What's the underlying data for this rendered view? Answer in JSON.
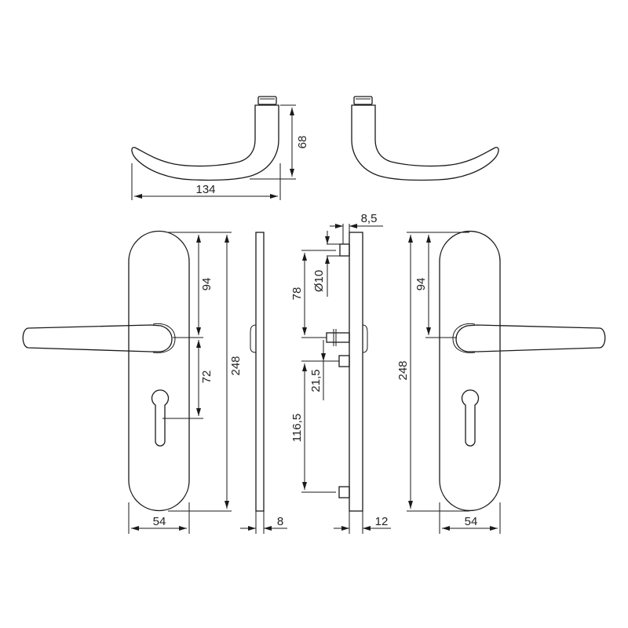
{
  "drawing": {
    "subject": "Door handle set on long backplate with profile cylinder hole",
    "line_color": "#1a1a1a",
    "background": "#ffffff"
  },
  "top_views": {
    "left_lever": {
      "width_label": "134",
      "height_label": "68"
    },
    "right_lever": {}
  },
  "front_left": {
    "plate_width_label": "54",
    "plate_height_label": "248",
    "top_to_spindle_label": "94",
    "spindle_to_cylinder_label": "72"
  },
  "side_outer": {
    "thickness_label": "8"
  },
  "side_inner": {
    "fixing_offset_label": "8,5",
    "fixing_diameter_label": "Ø10",
    "fixing_to_spindle_label": "78",
    "spindle_to_lower_label": "21,5",
    "lower_fixings_label": "116,5",
    "thickness_label": "12"
  },
  "front_right": {
    "plate_width_label": "54",
    "plate_height_label": "248",
    "top_to_spindle_label": "94"
  }
}
